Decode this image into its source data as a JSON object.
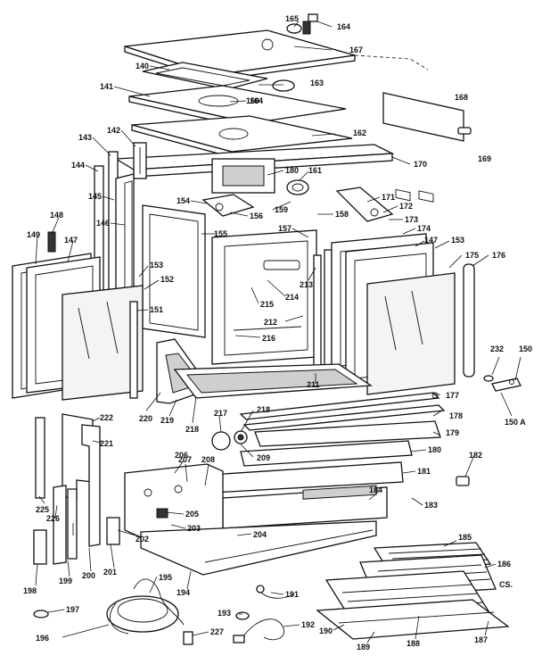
{
  "diagram": {
    "note": "CS.",
    "labels": [
      "140",
      "141",
      "142",
      "143",
      "144",
      "145",
      "146",
      "147",
      "147",
      "148",
      "149",
      "150",
      "150 A",
      "151",
      "152",
      "153",
      "153",
      "154",
      "155",
      "156",
      "157",
      "158",
      "159",
      "160",
      "161",
      "162",
      "163",
      "164",
      "164",
      "165",
      "167",
      "168",
      "169",
      "170",
      "171",
      "172",
      "173",
      "174",
      "175",
      "176",
      "177",
      "178",
      "179",
      "180",
      "181",
      "182",
      "183",
      "184",
      "185",
      "186",
      "187",
      "188",
      "189",
      "190",
      "191",
      "192",
      "193",
      "194",
      "195",
      "196",
      "197",
      "198",
      "199",
      "200",
      "201",
      "202",
      "203",
      "204",
      "205",
      "206",
      "207",
      "208",
      "209",
      "211",
      "212",
      "213",
      "214",
      "215",
      "216",
      "217",
      "218",
      "219",
      "220",
      "221",
      "222",
      "225",
      "226",
      "227",
      "232"
    ]
  }
}
